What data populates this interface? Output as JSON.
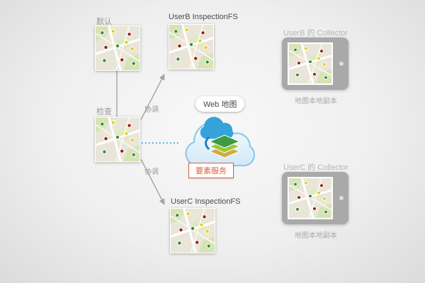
{
  "diagram": {
    "default_label": "默认",
    "inspection_label": "检查",
    "userb_fs_label": "UserB InspectionFS",
    "userc_fs_label": "UserC InspectionFS",
    "reconcile_labels": [
      "协调",
      "协调"
    ],
    "cloud": {
      "web_map_label": "Web 地图",
      "feature_service_label": "要素服务"
    },
    "collectors": [
      {
        "title": "UserB 的 Collector",
        "caption": "地图本地副本"
      },
      {
        "title": "UserC 的 Collector",
        "caption": "地图本地副本"
      }
    ],
    "colors": {
      "dotted_line_blue": "#2e9fd6",
      "feature_service_orange": "#dd6038",
      "cloud_blue": "#35a3d9",
      "arrow_gray": "#a3a3a3",
      "map_marker_colors": [
        "#9b1b1b",
        "#3b8a3e",
        "#e3cf1c"
      ]
    }
  }
}
